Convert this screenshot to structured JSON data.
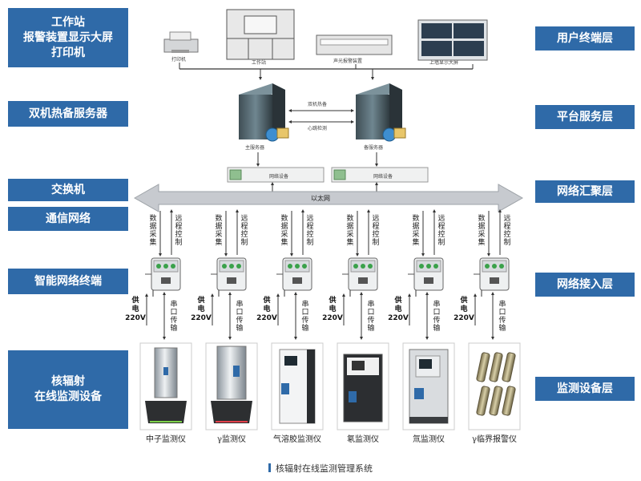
{
  "left_labels": [
    [
      "工作站",
      "报警装置显示大屏",
      "打印机"
    ],
    [
      "双机热备服务器"
    ],
    [
      "交换机"
    ],
    [
      "通信网络"
    ],
    [
      "智能网络终端"
    ],
    [
      "核辐射",
      "在线监测设备"
    ]
  ],
  "right_labels": [
    "用户终端层",
    "平台服务层",
    "网络汇聚层",
    "网络接入层",
    "监测设备层"
  ],
  "top_devices": {
    "printer": "打印机",
    "workstation": "工作站",
    "alarm": "声光报警装置",
    "screen": "上墙显示大屏"
  },
  "servers": {
    "main": "主服务器",
    "backup": "备服务器",
    "link1": "双机热备",
    "link2": "心跳检测"
  },
  "network_equipment": "网络设备",
  "ethernet": "以太网",
  "link_labels": {
    "collect": "数据采集",
    "control": "远程控制"
  },
  "power_label": [
    "供",
    "电",
    "220V"
  ],
  "serial_label": "串口传输",
  "devices": [
    "中子监测仪",
    "γ监测仪",
    "气溶胶监测仪",
    "氡监测仪",
    "氚监测仪",
    "γ临界报警仪"
  ],
  "caption": "核辐射在线监测管理系统",
  "colors": {
    "accent": "#2f6aa8",
    "bus": "#c7cacf"
  }
}
